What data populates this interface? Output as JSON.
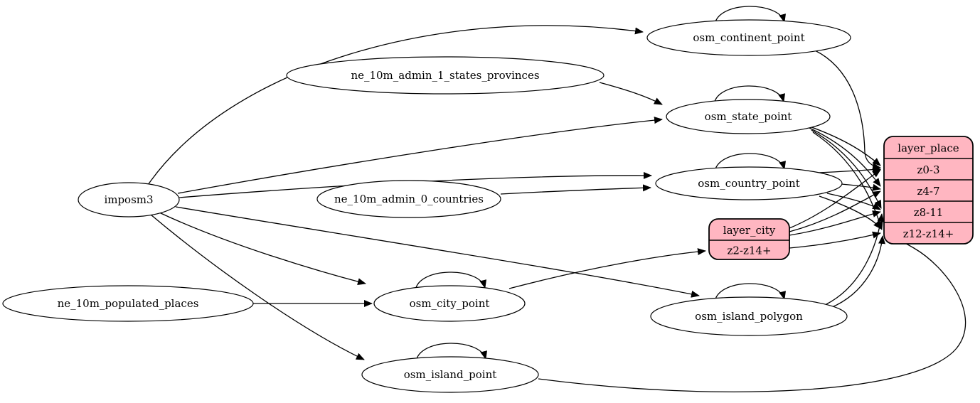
{
  "diagram": {
    "type": "etl-dependency-graph",
    "background": "#ffffff",
    "edge_color": "#000000",
    "ellipse_fill": "#ffffff",
    "record_fill": "#ffb6c1",
    "stroke_color": "#000000",
    "nodes": [
      {
        "id": "imposm3",
        "label": "imposm3",
        "shape": "ellipse"
      },
      {
        "id": "ne_10m_admin_1_states_provinces",
        "label": "ne_10m_admin_1_states_provinces",
        "shape": "ellipse"
      },
      {
        "id": "ne_10m_admin_0_countries",
        "label": "ne_10m_admin_0_countries",
        "shape": "ellipse"
      },
      {
        "id": "ne_10m_populated_places",
        "label": "ne_10m_populated_places",
        "shape": "ellipse"
      },
      {
        "id": "osm_continent_point",
        "label": "osm_continent_point",
        "shape": "ellipse",
        "self_loop": true
      },
      {
        "id": "osm_state_point",
        "label": "osm_state_point",
        "shape": "ellipse",
        "self_loop": true
      },
      {
        "id": "osm_country_point",
        "label": "osm_country_point",
        "shape": "ellipse",
        "self_loop": true
      },
      {
        "id": "osm_city_point",
        "label": "osm_city_point",
        "shape": "ellipse",
        "self_loop": true
      },
      {
        "id": "osm_island_polygon",
        "label": "osm_island_polygon",
        "shape": "ellipse",
        "self_loop": true
      },
      {
        "id": "osm_island_point",
        "label": "osm_island_point",
        "shape": "ellipse",
        "self_loop": true
      },
      {
        "id": "layer_city",
        "label": "layer_city",
        "shape": "record",
        "rows": [
          "z2-z14+"
        ]
      },
      {
        "id": "layer_place",
        "label": "layer_place",
        "shape": "record",
        "rows": [
          "z0-3",
          "z4-7",
          "z8-11",
          "z12-z14+"
        ]
      }
    ],
    "edges": [
      {
        "from": "osm_continent_point",
        "to": "osm_continent_point"
      },
      {
        "from": "osm_state_point",
        "to": "osm_state_point"
      },
      {
        "from": "osm_country_point",
        "to": "osm_country_point"
      },
      {
        "from": "osm_city_point",
        "to": "osm_city_point"
      },
      {
        "from": "osm_island_polygon",
        "to": "osm_island_polygon"
      },
      {
        "from": "osm_island_point",
        "to": "osm_island_point"
      },
      {
        "from": "imposm3",
        "to": "osm_continent_point"
      },
      {
        "from": "imposm3",
        "to": "osm_state_point"
      },
      {
        "from": "imposm3",
        "to": "osm_country_point"
      },
      {
        "from": "imposm3",
        "to": "osm_city_point"
      },
      {
        "from": "imposm3",
        "to": "osm_island_polygon"
      },
      {
        "from": "imposm3",
        "to": "osm_island_point"
      },
      {
        "from": "ne_10m_admin_1_states_provinces",
        "to": "osm_state_point"
      },
      {
        "from": "ne_10m_admin_0_countries",
        "to": "osm_country_point"
      },
      {
        "from": "ne_10m_populated_places",
        "to": "osm_city_point"
      },
      {
        "from": "osm_city_point",
        "to": "layer_city",
        "to_port": "z2-z14+"
      },
      {
        "from": "layer_city",
        "to": "layer_place",
        "to_port": "z0-3"
      },
      {
        "from": "layer_city",
        "to": "layer_place",
        "to_port": "z4-7"
      },
      {
        "from": "layer_city",
        "to": "layer_place",
        "to_port": "z8-11"
      },
      {
        "from": "layer_city",
        "to": "layer_place",
        "to_port": "z12-z14+"
      },
      {
        "from": "osm_continent_point",
        "to": "layer_place",
        "to_port": "z0-3"
      },
      {
        "from": "osm_state_point",
        "to": "layer_place",
        "to_port": "z0-3"
      },
      {
        "from": "osm_state_point",
        "to": "layer_place",
        "to_port": "z4-7"
      },
      {
        "from": "osm_state_point",
        "to": "layer_place",
        "to_port": "z8-11"
      },
      {
        "from": "osm_state_point",
        "to": "layer_place",
        "to_port": "z12-z14+"
      },
      {
        "from": "osm_country_point",
        "to": "layer_place",
        "to_port": "z0-3"
      },
      {
        "from": "osm_country_point",
        "to": "layer_place",
        "to_port": "z4-7"
      },
      {
        "from": "osm_country_point",
        "to": "layer_place",
        "to_port": "z8-11"
      },
      {
        "from": "osm_country_point",
        "to": "layer_place",
        "to_port": "z12-z14+"
      },
      {
        "from": "osm_island_polygon",
        "to": "layer_place",
        "to_port": "z8-11"
      },
      {
        "from": "osm_island_polygon",
        "to": "layer_place",
        "to_port": "z12-z14+"
      },
      {
        "from": "osm_island_point",
        "to": "layer_place",
        "to_port": "z12-z14+"
      }
    ]
  }
}
